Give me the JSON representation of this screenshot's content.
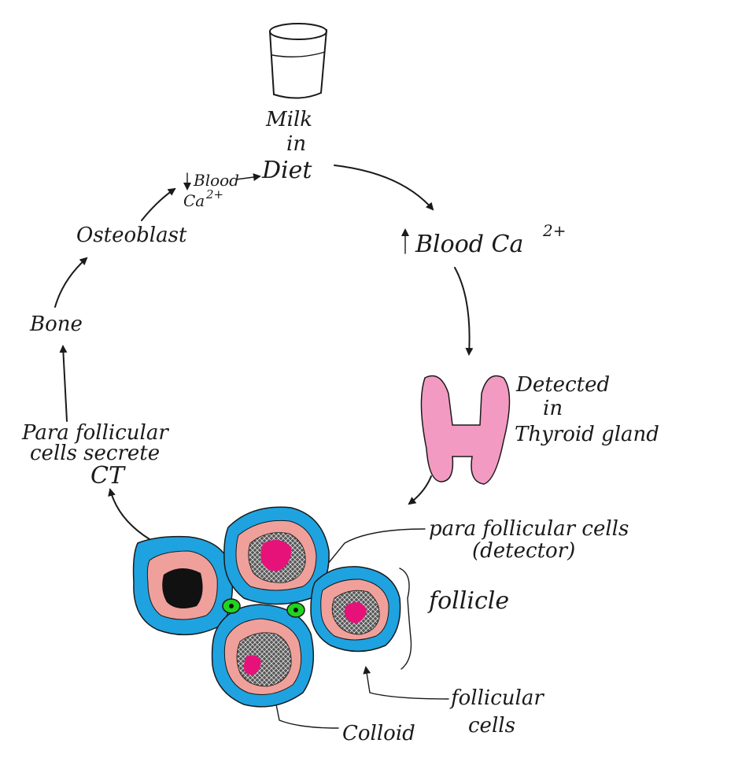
{
  "labels": {
    "milk": "Milk",
    "in_1": "in",
    "diet": "Diet",
    "blood_ca_down": "Blood",
    "ca_down": "Ca",
    "ca_down_charge": "2+",
    "blood_ca_up": "Blood Ca",
    "blood_ca_up_charge": "2+",
    "detected": "Detected",
    "in_2": "in",
    "thyroid": "Thyroid gland",
    "osteoblast": "Osteoblast",
    "bone": "Bone",
    "parafollicular_secrete_1": "Para follicular",
    "parafollicular_secrete_2": "cells secrete",
    "ct": "CT",
    "parafollicular_detector_1": "para follicular cells",
    "parafollicular_detector_2": "(detector)",
    "follicle": "follicle",
    "follicular_1": "follicular",
    "follicular_2": "cells",
    "colloid": "Colloid"
  },
  "colors": {
    "ink": "#1a1a1a",
    "thyroid_pink": "#f39ac2",
    "cell_blue": "#1fa2e0",
    "salmon": "#f0a09a",
    "magenta": "#e6127a",
    "parafollicular_green": "#1fd41f",
    "colloid_gray": "#4a4a4a"
  }
}
